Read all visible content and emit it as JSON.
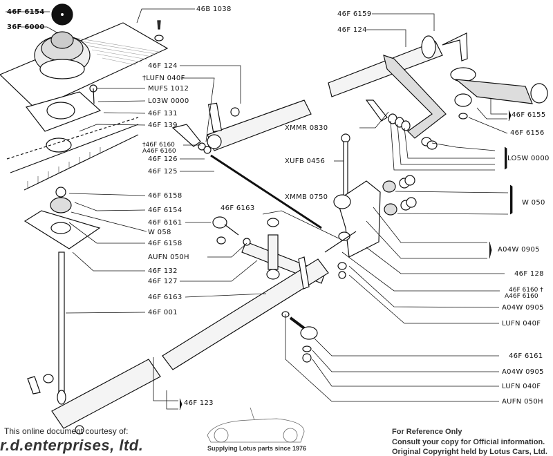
{
  "diagram": {
    "title": "Gear change linkage exploded view",
    "labels": [
      {
        "id": "knob",
        "text": "46F 6154",
        "bold": true
      },
      {
        "id": "lever",
        "text": "36F 6000",
        "bold": true
      },
      {
        "id": "plate",
        "text": "46B 1038"
      },
      {
        "id": "tube-top",
        "text": "46F 124"
      },
      {
        "id": "nut-top",
        "text": "†LUFN 040F"
      },
      {
        "id": "screw",
        "text": "MUFS 1012"
      },
      {
        "id": "washer-top",
        "text": "L03W 0000"
      },
      {
        "id": "gaiter-plate",
        "text": "46F 131"
      },
      {
        "id": "gasket",
        "text": "46F 139"
      },
      {
        "id": "joint-top",
        "text": "†46F 6160"
      },
      {
        "id": "joint-top-alt",
        "text": "A46F 6160"
      },
      {
        "id": "clamp",
        "text": "46F 126"
      },
      {
        "id": "rod",
        "text": "46F 125"
      },
      {
        "id": "ring-upper",
        "text": "46F 6158"
      },
      {
        "id": "ball",
        "text": "46F 6154"
      },
      {
        "id": "rod-end-left",
        "text": "46F 6161"
      },
      {
        "id": "washer-w058",
        "text": "W 058"
      },
      {
        "id": "ring-lower",
        "text": "46F 6158"
      },
      {
        "id": "nut-aufn",
        "text": "AUFN 050H"
      },
      {
        "id": "base-plate",
        "text": "46F 132"
      },
      {
        "id": "cross-shaft",
        "text": "46F 127"
      },
      {
        "id": "bush-lower",
        "text": "46F 6163"
      },
      {
        "id": "bush-upper",
        "text": "46F 6163"
      },
      {
        "id": "long-rod",
        "text": "46F 001"
      },
      {
        "id": "coupling",
        "text": "46F 6159"
      },
      {
        "id": "tube-right",
        "text": "46F 124"
      },
      {
        "id": "bolt-xmmr",
        "text": "XMMR 0830"
      },
      {
        "id": "bolt-xufb",
        "text": "XUFB 0456"
      },
      {
        "id": "bolt-xmmb",
        "text": "XMMB 0750"
      },
      {
        "id": "selector-arm",
        "text": "46F 6155"
      },
      {
        "id": "circlip",
        "text": "46F 6156"
      },
      {
        "id": "washers-lo5w",
        "text": "LO5W 0000"
      },
      {
        "id": "bushes-w050",
        "text": "W 050"
      },
      {
        "id": "washers-a04w",
        "text": "A04W 0905"
      },
      {
        "id": "bracket",
        "text": "46F 128"
      },
      {
        "id": "joint-right",
        "text": "46F 6160 †"
      },
      {
        "id": "joint-right-alt",
        "text": "A46F 6160"
      },
      {
        "id": "washer-a04w-2",
        "text": "A04W 0905"
      },
      {
        "id": "nut-lufn-2",
        "text": "LUFN 040F"
      },
      {
        "id": "rod-end-right",
        "text": "46F 6161"
      },
      {
        "id": "washer-a04w-3",
        "text": "A04W 0905"
      },
      {
        "id": "nut-lufn-3",
        "text": "LUFN 040F"
      },
      {
        "id": "nut-aufn-2",
        "text": "AUFN 050H"
      },
      {
        "id": "tube-bottom",
        "text": "46F 123"
      }
    ]
  },
  "footer": {
    "courtesy": "This online document courtesy of:",
    "company": "r.d.enterprises, ltd.",
    "tagline": "Supplying Lotus parts since 1976",
    "notice_1": "For Reference Only",
    "notice_2": "Consult your copy for Official information.",
    "notice_3": "Original Copyright held by Lotus Cars, Ltd."
  }
}
